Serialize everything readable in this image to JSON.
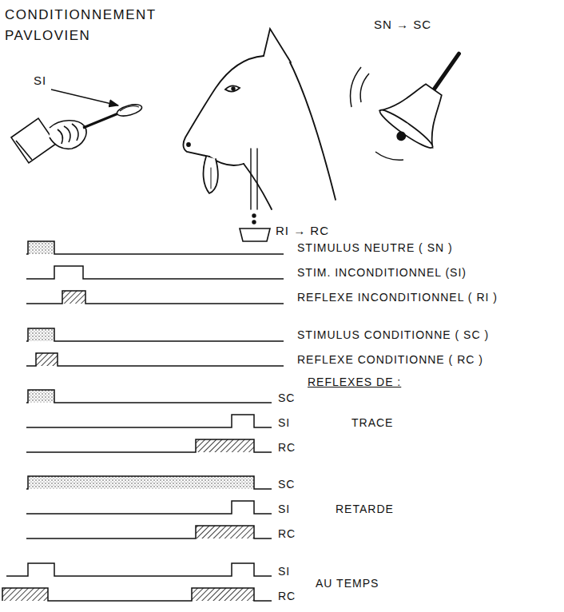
{
  "diagram": {
    "title": "CONDITIONNEMENT PAVLOVIEN",
    "labels": [
      "SI",
      "SN → SC",
      "RI → RC",
      "STIMULUS NEUTRE ( SN )",
      "STIM. INCONDITIONNEL (SI)",
      "REFLEXE INCONDITIONNEL ( RI )",
      "STIMULUS CONDITIONNE ( SC )",
      "REFLEXE CONDITIONNE ( RC )",
      "REFLEXES DE :",
      "SC",
      "SI",
      "RC",
      "TRACE",
      "SC",
      "SI",
      "RC",
      "RETARDE",
      "SI",
      "RC",
      "AU TEMPS"
    ]
  }
}
